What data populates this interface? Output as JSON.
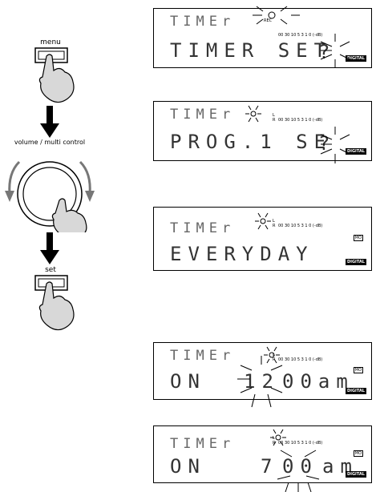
{
  "controls": {
    "menu_label": "menu",
    "volume_label": "volume / multi control",
    "set_label": "set"
  },
  "displays": [
    {
      "small_text": "TIMEr",
      "main_text": "TIMER  SET",
      "suffix": "?",
      "icon": "REC"
    },
    {
      "small_text": "TIMEr",
      "main_text": "PROG.1  SE",
      "suffix": "?"
    },
    {
      "small_text": "TIMEr",
      "main_text": "EVERYDAY"
    },
    {
      "small_text": "TIMEr",
      "main_text": "ON",
      "hour": "12",
      "minute_text": "00am"
    },
    {
      "small_text": "TIMEr",
      "main_text": "ON",
      "hour": "7",
      "minute": "00",
      "ampm": "am"
    }
  ],
  "meter": {
    "scale_text": "00  30  10   5   3   1   0 (-dB)",
    "left_label": "L",
    "right_label": "R",
    "digital_label": "DIGITAL",
    "mode_label": "MO"
  }
}
